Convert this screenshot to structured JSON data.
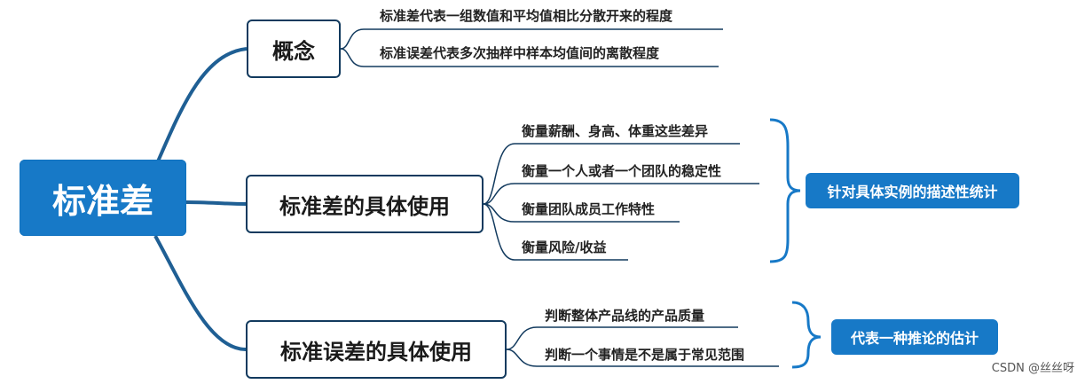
{
  "root": {
    "label": "标准差"
  },
  "branches": [
    {
      "label": "概念",
      "items": [
        "标准差代表一组数值和平均值相比分散开来的程度",
        "标准误差代表多次抽样中样本均值间的离散程度"
      ]
    },
    {
      "label": "标准差的具体使用",
      "items": [
        "衡量薪酬、身高、体重这些差异",
        "衡量一个人或者一个团队的稳定性",
        "衡量团队成员工作特性",
        "衡量风险/收益"
      ],
      "summary": "针对具体实例的描述性统计"
    },
    {
      "label": "标准误差的具体使用",
      "items": [
        "判断整体产品线的产品质量",
        "判断一个事情是不是属于常见范围"
      ],
      "summary": "代表一种推论的估计"
    }
  ],
  "watermark": "CSDN @丝丝呀",
  "colors": {
    "accent": "#1779c7",
    "line": "#1f5f94",
    "border": "#123a5e"
  }
}
